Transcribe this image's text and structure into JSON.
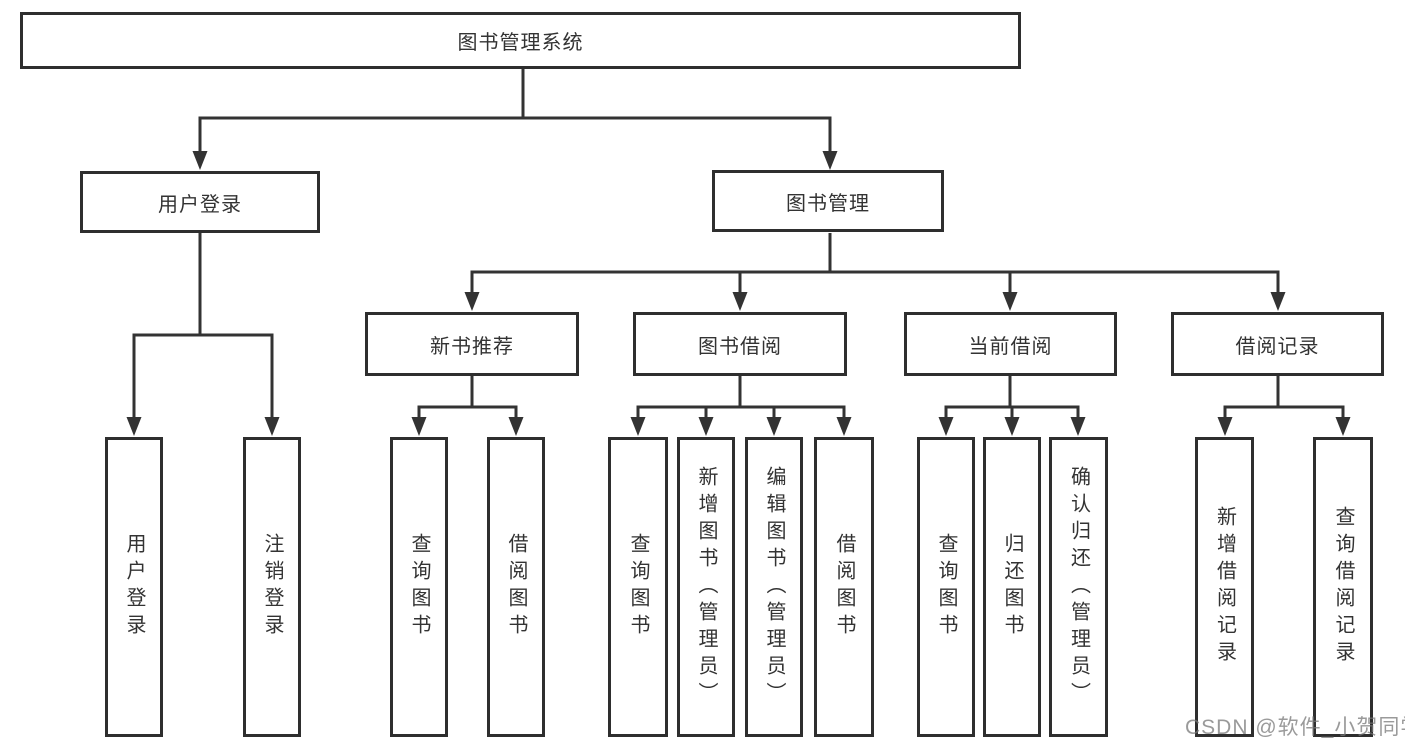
{
  "colors": {
    "background": "#ffffff",
    "line": "#333333",
    "box_border": "#2e2e2e",
    "text": "#333333",
    "watermark": "#787878"
  },
  "tree": {
    "label": "图书管理系统",
    "children": [
      {
        "label": "用户登录",
        "children": [
          {
            "label": "用户登录"
          },
          {
            "label": "注销登录"
          }
        ]
      },
      {
        "label": "图书管理",
        "children": [
          {
            "label": "新书推荐",
            "children": [
              {
                "label": "查询图书"
              },
              {
                "label": "借阅图书"
              }
            ]
          },
          {
            "label": "图书借阅",
            "children": [
              {
                "label": "查询图书"
              },
              {
                "label": "新增图书（管理员）"
              },
              {
                "label": "编辑图书（管理员）"
              },
              {
                "label": "借阅图书"
              }
            ]
          },
          {
            "label": "当前借阅",
            "children": [
              {
                "label": "查询图书"
              },
              {
                "label": "归还图书"
              },
              {
                "label": "确认归还（管理员）"
              }
            ]
          },
          {
            "label": "借阅记录",
            "children": [
              {
                "label": "新增借阅记录"
              },
              {
                "label": "查询借阅记录"
              }
            ]
          }
        ]
      }
    ]
  },
  "watermark": {
    "text": "CSDN @软件_小贺同学"
  }
}
